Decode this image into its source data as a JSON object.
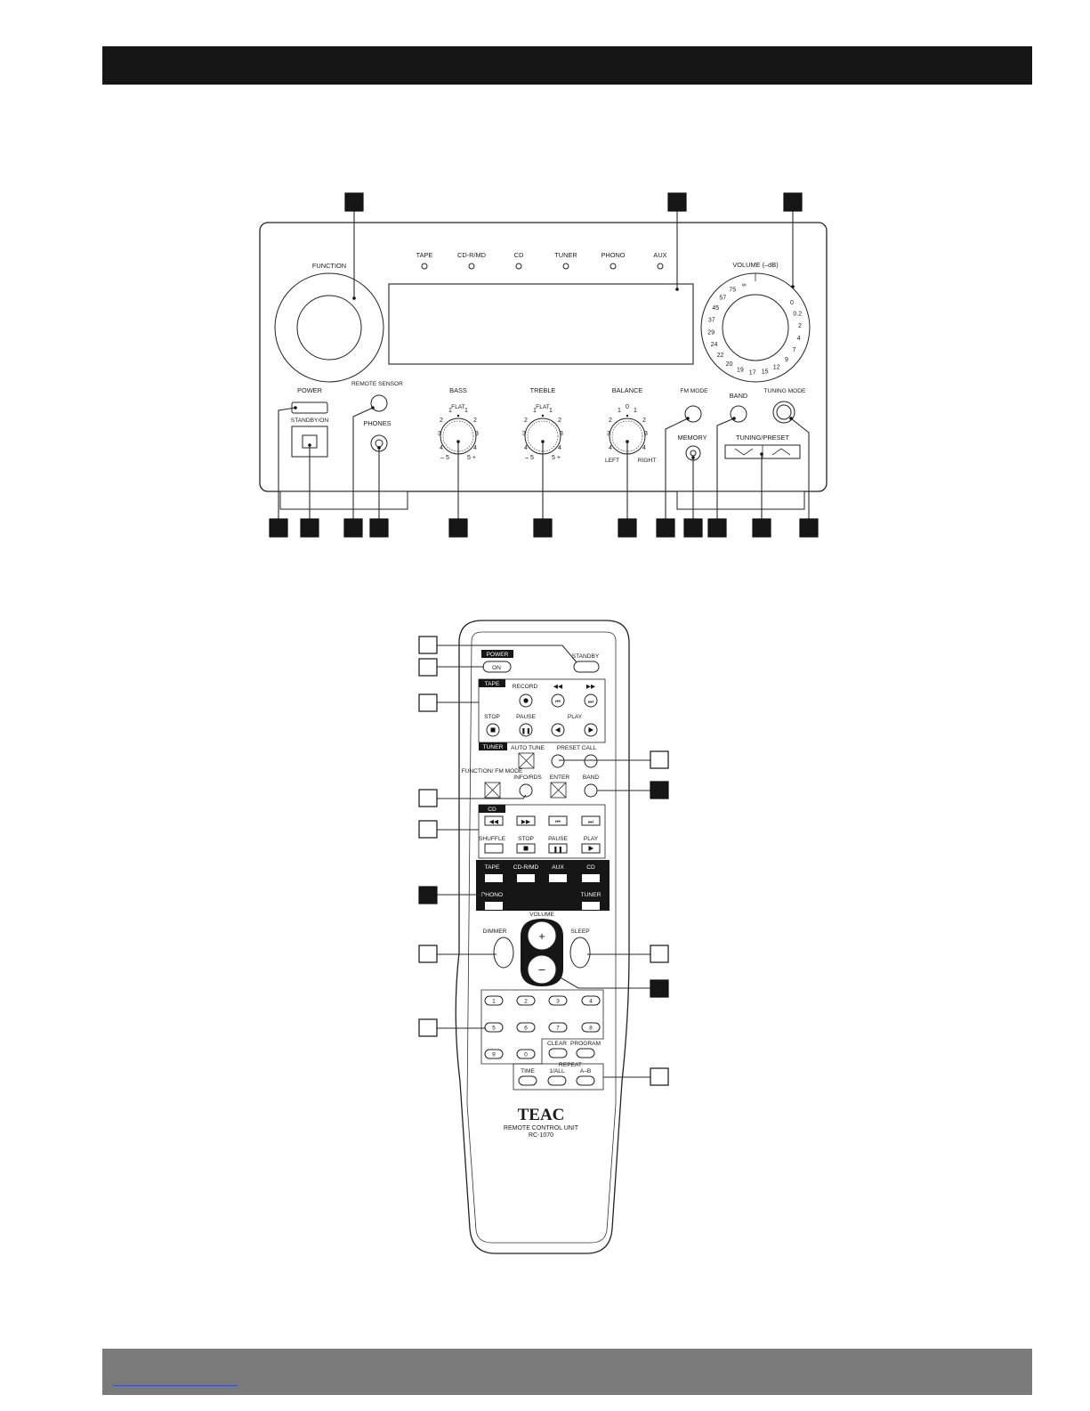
{
  "front_panel": {
    "selector_labels": [
      "TAPE",
      "CD-R/MD",
      "CD",
      "TUNER",
      "PHONO",
      "AUX"
    ],
    "function_label": "FUNCTION",
    "volume_label": "VOLUME (–dB)",
    "volume_scale": [
      "∞",
      "75",
      "57",
      "45",
      "37",
      "29",
      "24",
      "22",
      "20",
      "19",
      "17",
      "15",
      "12",
      "9",
      "7",
      "4",
      "2",
      "0.2",
      "0"
    ],
    "power_label": "POWER",
    "standby_label": "STANDBY/ON",
    "remote_sensor_label": "REMOTE SENSOR",
    "phones_label": "PHONES",
    "bass_label": "BASS",
    "treble_label": "TREBLE",
    "balance_label": "BALANCE",
    "flat_label": "FLAT",
    "left_label": "LEFT",
    "right_label": "RIGHT",
    "fm_mode_label": "FM MODE",
    "memory_label": "MEMORY",
    "band_label": "BAND",
    "tuning_mode_label": "TUNING MODE",
    "tuning_preset_label": "TUNING/PRESET"
  },
  "remote": {
    "power_tag": "POWER",
    "on_label": "ON",
    "standby_label": "STANDBY",
    "tape_tag": "TAPE",
    "record_label": "RECORD",
    "stop_label": "STOP",
    "pause_label": "PAUSE",
    "play_label": "PLAY",
    "tuner_tag": "TUNER",
    "auto_tune_label": "AUTO TUNE",
    "preset_call_label": "PRESET CALL",
    "function_fm_mode_label": "FUNCTION/ FM MODE",
    "info_rds_label": "INFO/RDS",
    "enter_label": "ENTER",
    "band_label": "BAND",
    "cd_tag": "CD",
    "shuffle_label": "SHUFFLE",
    "source_labels": [
      "TAPE",
      "CD-R/MD",
      "AUX",
      "CD"
    ],
    "phono_label": "PHONO",
    "tuner_label": "TUNER",
    "volume_label": "VOLUME",
    "plus_label": "+",
    "minus_label": "–",
    "dimmer_label": "DIMMER",
    "sleep_label": "SLEEP",
    "numbers": [
      "1",
      "2",
      "3",
      "4",
      "5",
      "6",
      "7",
      "8",
      "9",
      "0"
    ],
    "clear_label": "CLEAR",
    "program_label": "PROGRAM",
    "repeat_label": "REPEAT",
    "time_label": "TIME",
    "one_all_label": "1/ALL",
    "ab_label": "A–B",
    "brand": "TEAC",
    "unit_title": "REMOTE CONTROL UNIT",
    "model": "RC-1070"
  }
}
